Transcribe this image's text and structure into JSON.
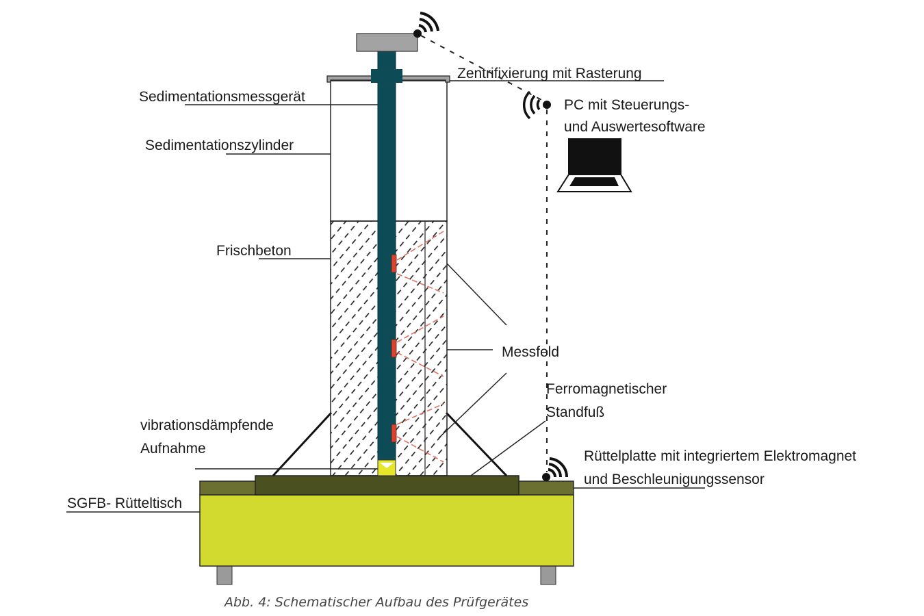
{
  "figure": {
    "caption": "Abb. 4: Schematischer Aufbau des Prüfgerätes",
    "labels": {
      "zentrifixierung": "Zentrifixierung mit Rasterung",
      "messgeraet": "Sedimentationsmessgerät",
      "zylinder": "Sedimentationszylinder",
      "pc_line1": "PC mit Steuerungs-",
      "pc_line2": "und Auswertesoftware",
      "frischbeton": "Frischbeton",
      "messfeld": "Messfeld",
      "standfuss_line1": "Ferromagnetischer",
      "standfuss_line2": "Standfuß",
      "aufnahme_line1": "vibrationsdämpfende",
      "aufnahme_line2": "Aufnahme",
      "ruettelplatte_line1": "Rüttelplatte mit integriertem Elektromagnet",
      "ruettelplatte_line2": "und Beschleunigungssensor",
      "ruetteltisch": "SGFB- Rütteltisch"
    },
    "colors": {
      "rod": "#0d4c57",
      "head": "#a3a3a3",
      "table_yellow": "#d2da30",
      "table_band": "#6b7030",
      "plate": "#4b5020",
      "sensor": "#e0412b",
      "field_lines": "#e07060",
      "foot_yellow": "#e6e62a",
      "legs": "#9a9a9a"
    },
    "icons": [
      "wifi-icon-top",
      "wifi-icon-pc",
      "wifi-icon-plate",
      "laptop-icon"
    ]
  }
}
